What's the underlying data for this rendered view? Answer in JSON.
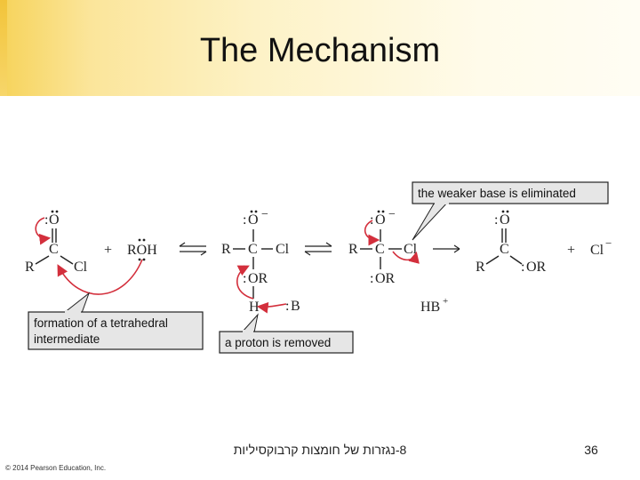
{
  "slide": {
    "title": "The Mechanism",
    "footer_text": "8-נגזרות של חומצות קרבוקסיליות",
    "page_number": "36",
    "copyright": "© 2014 Pearson Education, Inc."
  },
  "diagram": {
    "atoms": {
      "R": "R",
      "C": "C",
      "Cl": "Cl",
      "O": "O",
      "H": "H",
      "B": "B",
      "OR": "OR",
      "ROH": "ROH",
      "HB": "HB",
      "plus": "+",
      "minus": "−",
      "lone_pair": ":",
      "charge_plus": "+"
    },
    "callouts": {
      "eliminated": "the weaker base is eliminated",
      "tetrahedral_line1": "formation of a tetrahedral",
      "tetrahedral_line2": "intermediate",
      "proton": "a proton is removed"
    },
    "colors": {
      "arrow": "#d32f3c",
      "callout_fill": "#e6e6e6",
      "callout_border": "#222222",
      "header_gold": "#f6d35a"
    }
  }
}
